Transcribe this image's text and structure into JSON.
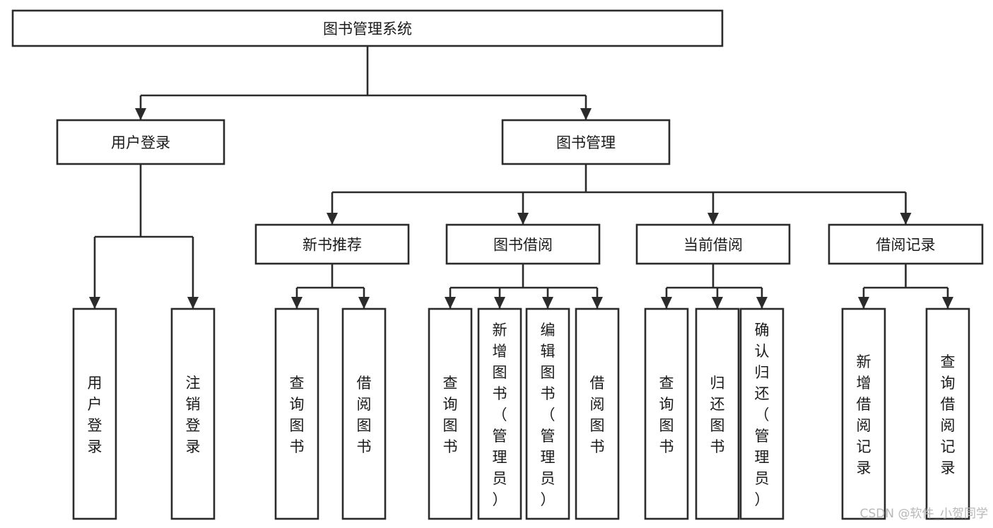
{
  "diagram": {
    "type": "tree-hierarchy-chart",
    "title": "图书管理系统",
    "orientation": "top-down",
    "background_color": "#ffffff",
    "line_color": "#2b2b2b",
    "box_fill": "#ffffff",
    "text_color": "#1a1a1a",
    "levels": [
      {
        "level": 0,
        "nodes": [
          {
            "id": "root",
            "label": "图书管理系统",
            "text_orientation": "horizontal"
          }
        ]
      },
      {
        "level": 1,
        "nodes": [
          {
            "id": "login",
            "label": "用户登录",
            "text_orientation": "horizontal",
            "parent": "root"
          },
          {
            "id": "bookmgmt",
            "label": "图书管理",
            "text_orientation": "horizontal",
            "parent": "root"
          }
        ]
      },
      {
        "level": 2,
        "nodes": [
          {
            "id": "newbook",
            "label": "新书推荐",
            "text_orientation": "horizontal",
            "parent": "bookmgmt"
          },
          {
            "id": "borrow",
            "label": "图书借阅",
            "text_orientation": "horizontal",
            "parent": "bookmgmt"
          },
          {
            "id": "current",
            "label": "当前借阅",
            "text_orientation": "horizontal",
            "parent": "bookmgmt"
          },
          {
            "id": "records",
            "label": "借阅记录",
            "text_orientation": "horizontal",
            "parent": "bookmgmt"
          }
        ]
      },
      {
        "level": 3,
        "nodes": [
          {
            "id": "leaf-user-login",
            "label": "用户登录",
            "text_orientation": "vertical",
            "parent": "login"
          },
          {
            "id": "leaf-logout",
            "label": "注销登录",
            "text_orientation": "vertical",
            "parent": "login"
          },
          {
            "id": "leaf-query-book-1",
            "label": "查询图书",
            "text_orientation": "vertical",
            "parent": "newbook"
          },
          {
            "id": "leaf-borrow-book-1",
            "label": "借阅图书",
            "text_orientation": "vertical",
            "parent": "newbook"
          },
          {
            "id": "leaf-query-book-2",
            "label": "查询图书",
            "text_orientation": "vertical",
            "parent": "borrow"
          },
          {
            "id": "leaf-add-book",
            "label": "新增图书（管理员）",
            "text_orientation": "vertical",
            "parent": "borrow"
          },
          {
            "id": "leaf-edit-book",
            "label": "编辑图书（管理员）",
            "text_orientation": "vertical",
            "parent": "borrow"
          },
          {
            "id": "leaf-borrow-book-2",
            "label": "借阅图书",
            "text_orientation": "vertical",
            "parent": "borrow"
          },
          {
            "id": "leaf-query-book-3",
            "label": "查询图书",
            "text_orientation": "vertical",
            "parent": "current"
          },
          {
            "id": "leaf-return-book",
            "label": "归还图书",
            "text_orientation": "vertical",
            "parent": "current"
          },
          {
            "id": "leaf-confirm-return",
            "label": "确认归还（管理员）",
            "text_orientation": "vertical",
            "parent": "current"
          },
          {
            "id": "leaf-add-record",
            "label": "新增借阅记录",
            "text_orientation": "vertical",
            "parent": "records"
          },
          {
            "id": "leaf-query-record",
            "label": "查询借阅记录",
            "text_orientation": "vertical",
            "parent": "records"
          }
        ]
      }
    ]
  },
  "watermark": {
    "text": "CSDN @软件_小贺同学"
  }
}
